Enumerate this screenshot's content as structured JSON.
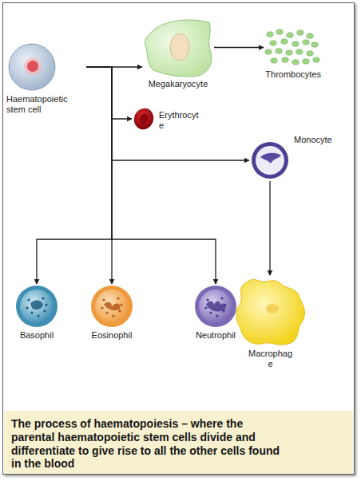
{
  "diagram": {
    "caption": "The process of haematopoiesis – where the parental haematopoietic stem cells divide and differentiate to give rise to all the other cells found in the blood",
    "nodes": [
      {
        "text": [
          "Haematopoietic stem cell"
        ]
      },
      {
        "text": [
          "Megakaryocyte"
        ]
      },
      {
        "text": [
          "Thrombocytes"
        ]
      },
      {
        "text": [
          "Erythrocyte"
        ]
      },
      {
        "text": [
          "Monocyte"
        ]
      },
      {
        "text": [
          "Basophil"
        ]
      },
      {
        "text": [
          "Eosinophil"
        ]
      },
      {
        "text": [
          "Neutrophil"
        ]
      },
      {
        "text": [
          "Macrophage"
        ]
      }
    ],
    "edges": [
      {
        "from": 0,
        "to": 1,
        "arrow": "to"
      },
      {
        "from": 1,
        "to": 2,
        "arrow": "to"
      },
      {
        "from": 0,
        "to": 3,
        "arrow": "to"
      },
      {
        "from": 0,
        "to": 4,
        "arrow": "to"
      },
      {
        "from": 0,
        "to": 5,
        "arrow": "to"
      },
      {
        "from": 0,
        "to": 6,
        "arrow": "to"
      },
      {
        "from": 0,
        "to": 7,
        "arrow": "to"
      },
      {
        "from": 4,
        "to": 8,
        "arrow": "to"
      }
    ]
  }
}
